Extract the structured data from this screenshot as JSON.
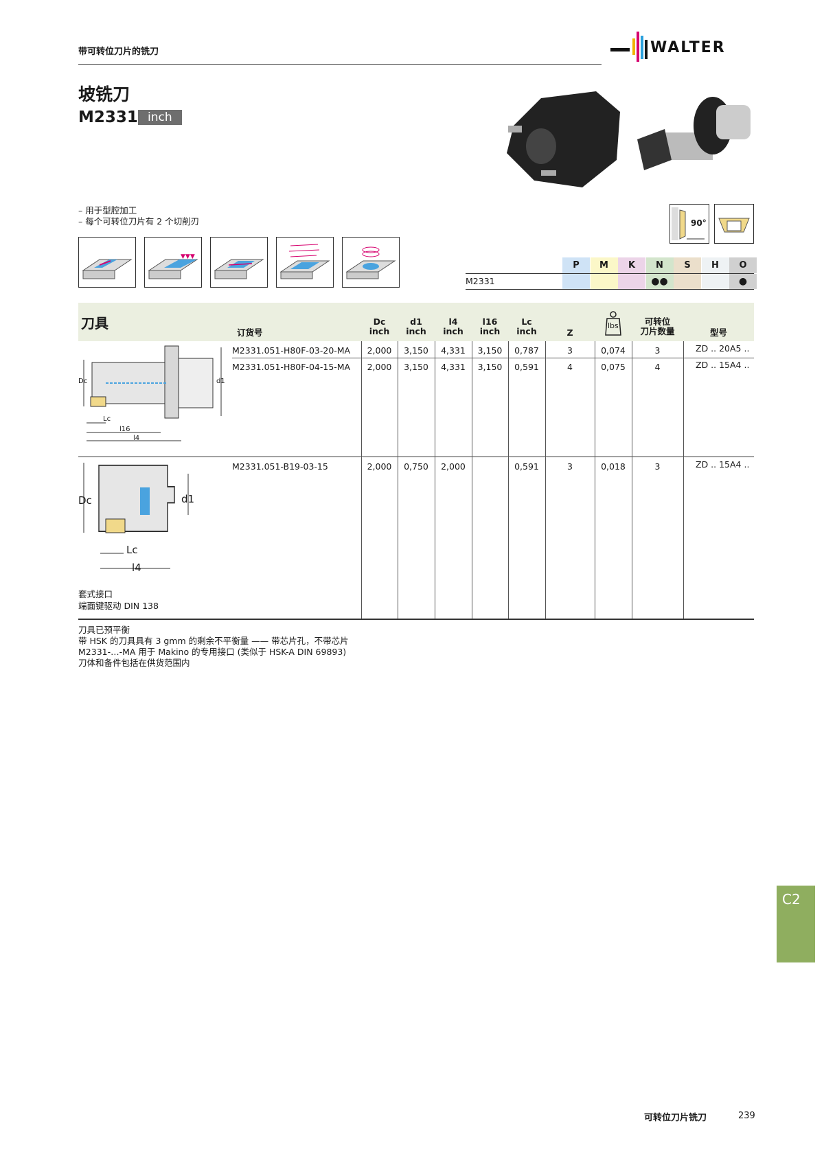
{
  "header": {
    "section": "带可转位刀片的铣刀",
    "brand": "WALTER"
  },
  "title": "坡铣刀",
  "model": "M2331",
  "unit_badge": "inch",
  "features": [
    "– 用于型腔加工",
    "– 每个可转位刀片有 2 个切削刃"
  ],
  "application_icons": [
    "slot-milling-icon",
    "shoulder-milling-icon",
    "ramping-icon",
    "pocket-milling-icon",
    "helical-interpolation-icon"
  ],
  "insert_icons": {
    "angle": "90°"
  },
  "materials": {
    "row_label": "M2331",
    "groups": [
      {
        "letter": "P",
        "color": "#cfe3f6",
        "value": ""
      },
      {
        "letter": "M",
        "color": "#fbf7c8",
        "value": ""
      },
      {
        "letter": "K",
        "color": "#ecd4e8",
        "value": ""
      },
      {
        "letter": "N",
        "color": "#d3e5cc",
        "value": "●●"
      },
      {
        "letter": "S",
        "color": "#ebdfcb",
        "value": ""
      },
      {
        "letter": "H",
        "color": "#eef2f4",
        "value": ""
      },
      {
        "letter": "O",
        "color": "#d0d0d0",
        "value": "●"
      }
    ]
  },
  "table": {
    "section_title": "刀具",
    "headers": {
      "order": "订货号",
      "dc": "Dc",
      "d1": "d1",
      "l4": "l4",
      "l16": "l16",
      "lc": "Lc",
      "unit": "inch",
      "z": "Z",
      "weight": "lbs",
      "inserts_1": "可转位",
      "inserts_2": "刀片数量",
      "type": "型号"
    },
    "rows": [
      {
        "order": "M2331.051-H80F-03-20-MA",
        "dc": "2,000",
        "d1": "3,150",
        "l4": "4,331",
        "l16": "3,150",
        "lc": "0,787",
        "z": "3",
        "weight": "0,074",
        "inserts": "3",
        "type": "ZD .. 20A5 .."
      },
      {
        "order": "M2331.051-H80F-04-15-MA",
        "dc": "2,000",
        "d1": "3,150",
        "l4": "4,331",
        "l16": "3,150",
        "lc": "0,591",
        "z": "4",
        "weight": "0,075",
        "inserts": "4",
        "type": "ZD .. 15A4 .."
      },
      {
        "order": "M2331.051-B19-03-15",
        "dc": "2,000",
        "d1": "0,750",
        "l4": "2,000",
        "l16": "",
        "lc": "0,591",
        "z": "3",
        "weight": "0,018",
        "inserts": "3",
        "type": "ZD .. 15A4 .."
      }
    ],
    "drawing_labels": {
      "dc": "Dc",
      "d1": "d1",
      "lc": "Lc",
      "l16": "l16",
      "l4": "l4"
    },
    "shell_caption_1": "套式接口",
    "shell_caption_2": "端面键驱动 DIN 138"
  },
  "notes": [
    "刀具已预平衡",
    "带 HSK 的刀具具有 3 gmm 的剩余不平衡量 —— 带芯片孔，不带芯片",
    "M2331-…-MA 用于 Makino 的专用接口 (类似于 HSK-A DIN 69893)",
    "刀体和备件包括在供货范围内"
  ],
  "side_tab": {
    "label": "C2",
    "color": "#8fae5f"
  },
  "footer": {
    "title": "可转位刀片铣刀",
    "page": "239"
  }
}
